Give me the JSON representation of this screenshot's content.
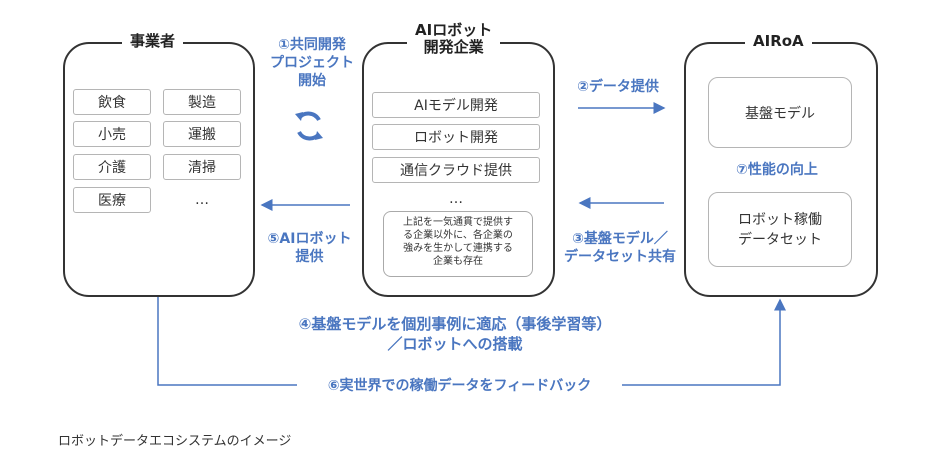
{
  "boxes": {
    "left_title": "事業者",
    "middle_title": "AIロボット\n開発企業",
    "right_title": "AIRoA"
  },
  "left_items": [
    "飲食",
    "製造",
    "小売",
    "運搬",
    "介護",
    "清掃",
    "医療",
    "…"
  ],
  "middle_items": [
    "AIモデル開発",
    "ロボット開発",
    "通信クラウド提供",
    "…"
  ],
  "middle_note": "上記を一気通貫で提供す\nる企業以外に、各企業の\n強みを生かして連携する\n企業も存在",
  "right_items": {
    "foundation_model": "基盤モデル",
    "dataset": "ロボット稼働\nデータセット"
  },
  "labels": {
    "step1": "①共同開発\nプロジェクト\n開始",
    "step2": "②データ提供",
    "step3": "③基盤モデル／\nデータセット共有",
    "step4": "④基盤モデルを個別事例に適応（事後学習等）\n／ロボットへの搭載",
    "step5": "⑤AIロボット\n提供",
    "step6": "⑥実世界での稼働データをフィードバック",
    "step7": "⑦性能の向上"
  },
  "caption": "ロボットデータエコシステムのイメージ",
  "colors": {
    "accent": "#4a76c0",
    "border": "#333333"
  },
  "icons": {
    "cycle": "cycle-arrows-icon"
  }
}
